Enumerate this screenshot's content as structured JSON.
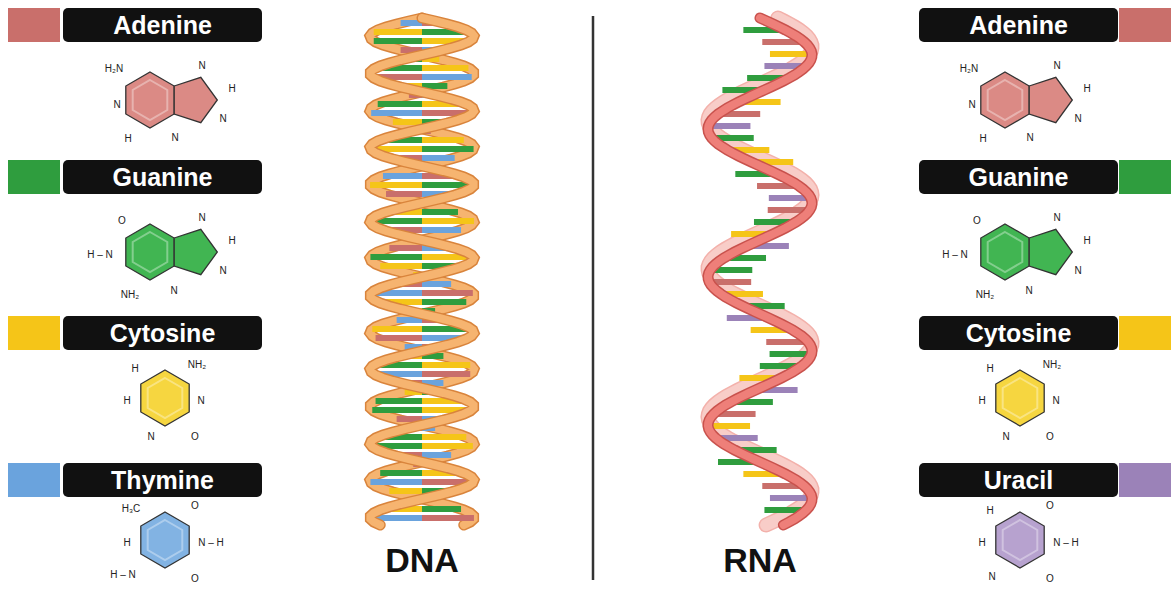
{
  "diagram": {
    "labels": [
      "H₂N",
      "N",
      "H",
      "N",
      "N",
      "H",
      "N",
      "O",
      "N",
      "H",
      "H – N",
      "N",
      "NH₂",
      "N",
      "H",
      "NH₂",
      "H",
      "N",
      "N",
      "O",
      "H₃C",
      "O",
      "H",
      "N – H",
      "H – N",
      "O",
      "DNA",
      "RNA",
      "H₂N",
      "N",
      "H",
      "N",
      "N",
      "H",
      "N",
      "O",
      "N",
      "H",
      "H – N",
      "N",
      "NH₂",
      "N",
      "H",
      "NH₂",
      "H",
      "N",
      "N",
      "O",
      "H",
      "O",
      "H",
      "N – H",
      "N",
      "O"
    ],
    "legend": [
      {
        "text": "Adenine",
        "color": "#c96f6b"
      },
      {
        "text": "Guanine",
        "color": "#2f9d3e"
      },
      {
        "text": "Cytosine",
        "color": "#f5c518"
      },
      {
        "text": "Thymine",
        "color": "#6aa3dd"
      },
      {
        "text": "Adenine",
        "color": "#c96f6b"
      },
      {
        "text": "Guanine",
        "color": "#2f9d3e"
      },
      {
        "text": "Cytosine",
        "color": "#f5c518"
      },
      {
        "text": "Uracil",
        "color": "#9b82b8"
      }
    ]
  }
}
